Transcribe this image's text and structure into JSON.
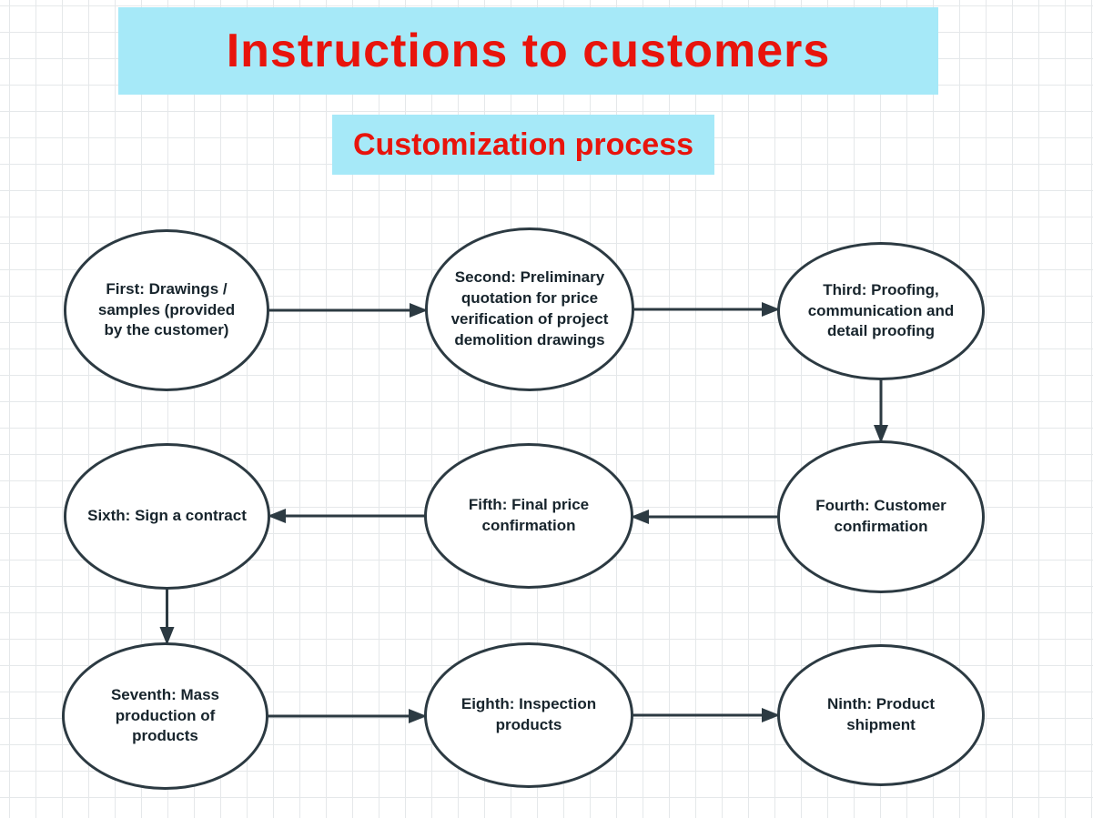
{
  "title": {
    "text": "Instructions to customers"
  },
  "subtitle": {
    "text": "Customization process"
  },
  "colors": {
    "banner_background": "#a6e9f8",
    "banner_text": "#e8140c",
    "node_border": "#2c3a42",
    "node_text": "#17242c",
    "arrow": "#2c3a42",
    "grid_line": "#e5e8ea",
    "page_background": "#ffffff"
  },
  "diagram": {
    "nodes": [
      {
        "id": "first",
        "label": "First: Drawings /\nsamples (provided\nby the customer)"
      },
      {
        "id": "second",
        "label": "Second: Preliminary\nquotation for price\nverification of project\ndemolition drawings"
      },
      {
        "id": "third",
        "label": "Third: Proofing,\ncommunication and\ndetail proofing"
      },
      {
        "id": "fourth",
        "label": "Fourth: Customer\nconfirmation"
      },
      {
        "id": "fifth",
        "label": "Fifth: Final price\nconfirmation"
      },
      {
        "id": "sixth",
        "label": "Sixth: Sign a contract"
      },
      {
        "id": "seventh",
        "label": "Seventh: Mass\nproduction of\nproducts"
      },
      {
        "id": "eighth",
        "label": "Eighth: Inspection\nproducts"
      },
      {
        "id": "ninth",
        "label": "Ninth: Product\nshipment"
      }
    ],
    "edges": [
      {
        "from": "first",
        "to": "second"
      },
      {
        "from": "second",
        "to": "third"
      },
      {
        "from": "third",
        "to": "fourth"
      },
      {
        "from": "fourth",
        "to": "fifth"
      },
      {
        "from": "fifth",
        "to": "sixth"
      },
      {
        "from": "sixth",
        "to": "seventh"
      },
      {
        "from": "seventh",
        "to": "eighth"
      },
      {
        "from": "eighth",
        "to": "ninth"
      }
    ]
  }
}
